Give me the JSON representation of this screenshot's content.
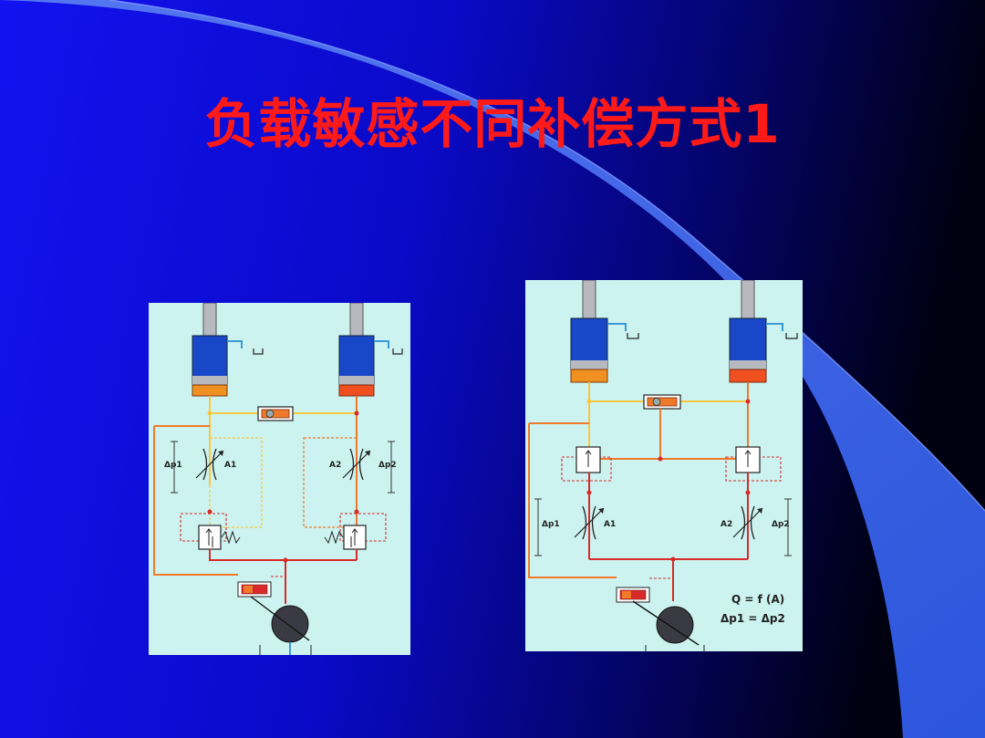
{
  "slide": {
    "title": "负载敏感不同补偿方式1",
    "colors": {
      "background_dark": "#000018",
      "background_blue": "#1010e8",
      "accent_band": "#3c6cf0",
      "title": "#ff1a1a",
      "panel": "#ccf3f0",
      "line_orange": "#f07a2a",
      "line_yellow": "#f8c840",
      "line_red": "#d82a2a",
      "cylinder": "#1848c8",
      "piston_orange": "#f09020",
      "piston_red": "#f05020",
      "pump": "#3a3a44",
      "drain": "#3a9ad8"
    }
  },
  "diagrams": {
    "left": {
      "labels": {
        "dp1": "Δp1",
        "a1": "A1",
        "a2": "A2",
        "dp2": "Δp2"
      }
    },
    "right": {
      "labels": {
        "dp1": "Δp1",
        "a1": "A1",
        "a2": "A2",
        "dp2": "Δp2",
        "formula_q": "Q = f (A)",
        "formula_dp": "Δp1 = Δp2"
      }
    }
  }
}
